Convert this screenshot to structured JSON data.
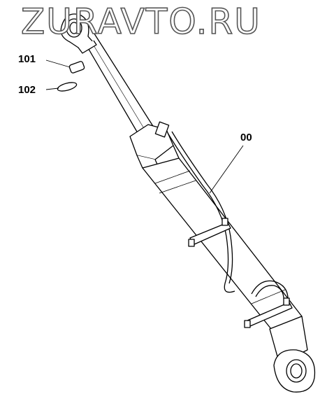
{
  "watermark": "ZURAVTO.RU",
  "callouts": {
    "part_101": "101",
    "part_102": "102",
    "part_00": "00"
  }
}
